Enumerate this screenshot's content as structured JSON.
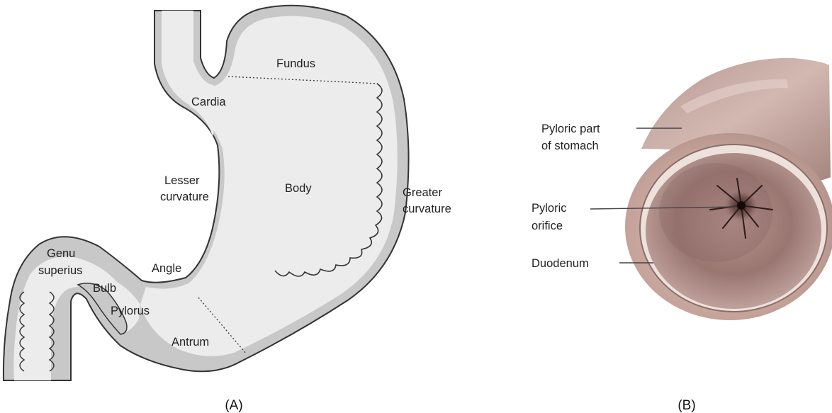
{
  "colors": {
    "wall": "#c8c8c8",
    "lumen": "#ececec",
    "outline": "#333333",
    "tissue": "#c9aaa2",
    "tissue_dark": "#5a3f3c"
  },
  "panel_a": {
    "caption": "(A)",
    "labels": {
      "fundus": "Fundus",
      "cardia": "Cardia",
      "lesser_line1": "Lesser",
      "lesser_line2": "curvature",
      "body": "Body",
      "greater_line1": "Greater",
      "greater_line2": "curvature",
      "genu_line1": "Genu",
      "genu_line2": "superius",
      "angle": "Angle",
      "bulb": "Bulb",
      "pylorus": "Pylorus",
      "antrum": "Antrum"
    }
  },
  "panel_b": {
    "caption": "(B)",
    "labels": {
      "pyloric_part_line1": "Pyloric part",
      "pyloric_part_line2": "of stomach",
      "pyloric_orifice_line1": "Pyloric",
      "pyloric_orifice_line2": "orifice",
      "duodenum": "Duodenum"
    }
  }
}
